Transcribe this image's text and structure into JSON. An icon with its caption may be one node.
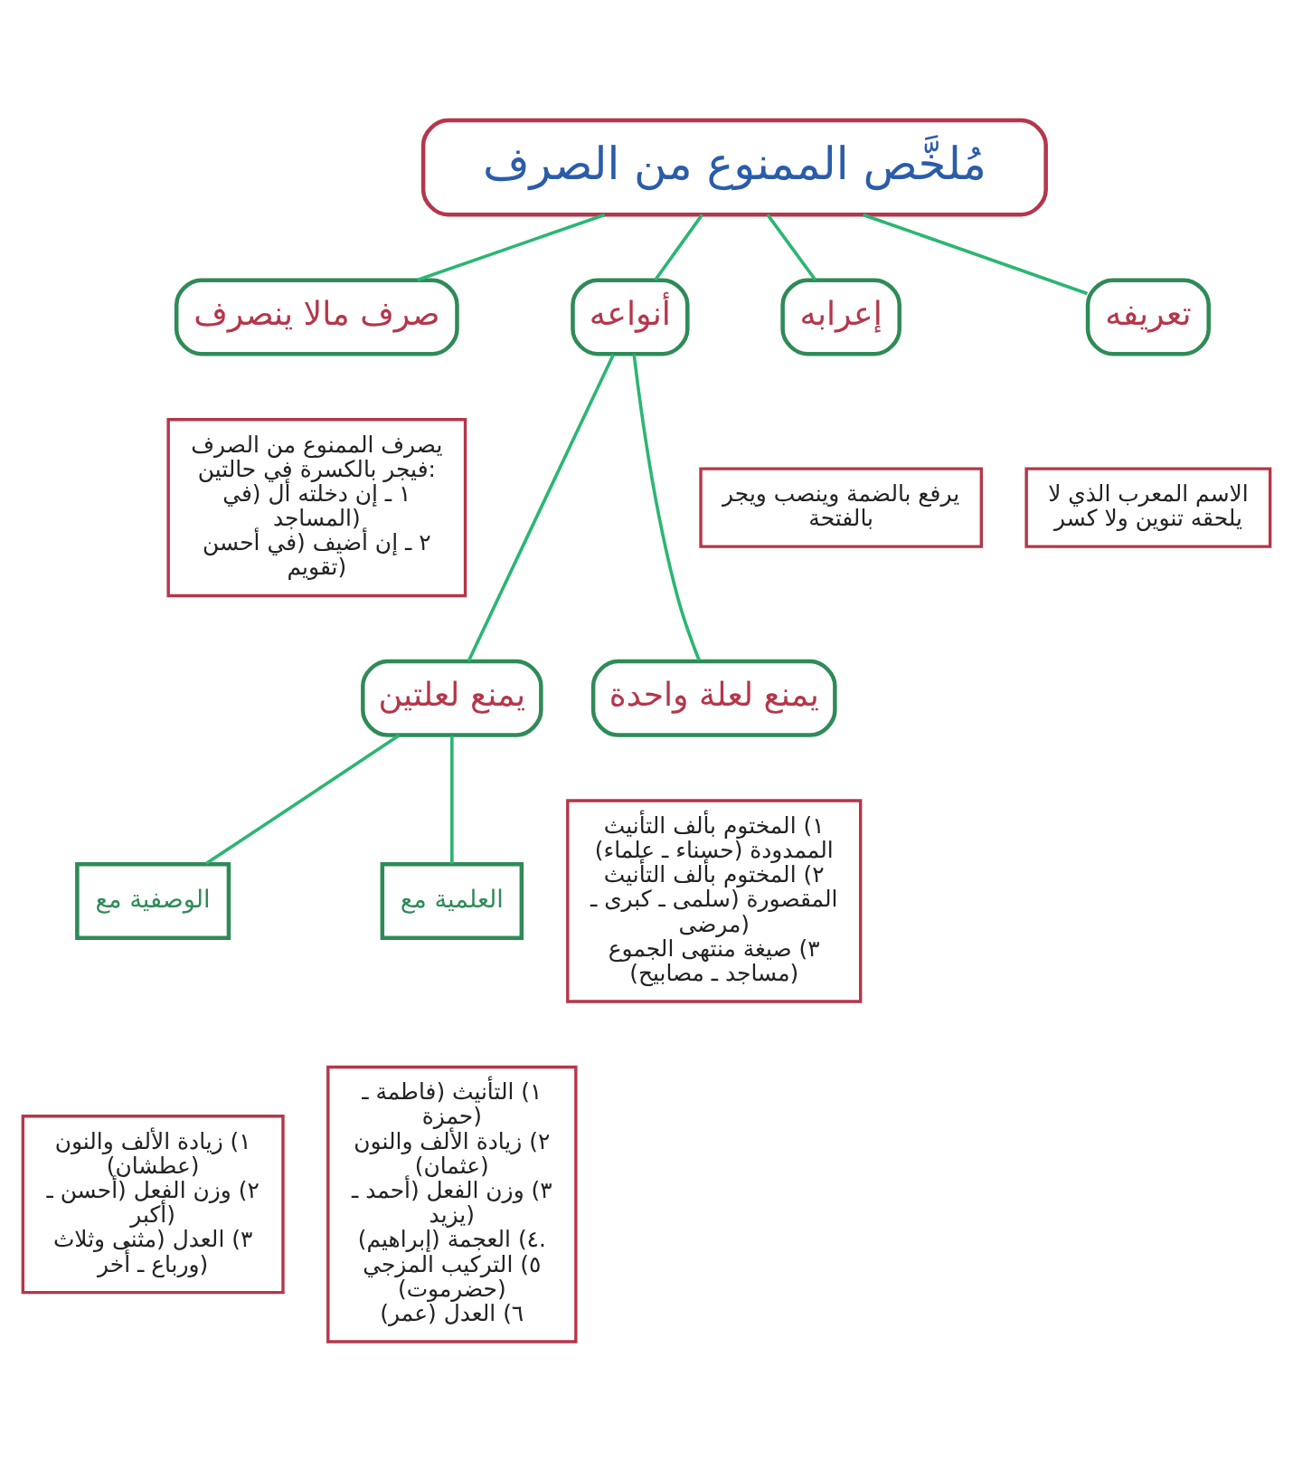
{
  "diagram": {
    "nodes": [
      {
        "text": [
          "مُلخَّص الممنوع من الصرف"
        ]
      },
      {
        "text": [
          "تعريفه"
        ]
      },
      {
        "text": [
          "الاسم المعرب الذي لا يلحقه تنوين ولا كسر"
        ]
      },
      {
        "text": [
          "إعرابه"
        ]
      },
      {
        "text": [
          "يرفع بالضمة وينصب ويجر بالفتحة"
        ]
      },
      {
        "text": [
          "أنواعه"
        ]
      },
      {
        "text": [
          "صرف مالا ينصرف"
        ]
      },
      {
        "text": [
          "يصرف الممنوع من الصرف فيجر بالكسرة في حالتين:",
          "١ ـ إن دخلته أل (في المساجد)",
          "٢ ـ إن أضيف (في أحسن تقويم)"
        ]
      },
      {
        "text": [
          "يمنع لعلة واحدة"
        ]
      },
      {
        "text": [
          "١) المختوم بألف التأنيث الممدودة (حسناء ـ علماء)",
          "٢) المختوم بألف التأنيث المقصورة (سلمى ـ كبرى ـ مرضى)",
          "٣) صيغة منتهى الجموع (مساجد ـ مصابيح)"
        ]
      },
      {
        "text": [
          "يمنع لعلتين"
        ]
      },
      {
        "text": [
          "العلمية مع"
        ]
      },
      {
        "text": [
          "١) التأنيث (فاطمة ـ حمزة)",
          "٢) زيادة الألف والنون (عثمان)",
          "٣) وزن الفعل (أحمد ـ يزيد)",
          "٤) العجمة (إبراهيم).",
          "٥) التركيب المزجي (حضرموت)",
          "٦) العدل (عمر)"
        ]
      },
      {
        "text": [
          "الوصفية مع"
        ]
      },
      {
        "text": [
          "١) زيادة الألف والنون (عطشان)",
          "٢) وزن الفعل (أحسن ـ أكبر)",
          "٣) العدل (مثنى وثلاث ورباع ـ أُخر)"
        ]
      }
    ],
    "edges": [
      {
        "from": 0,
        "to": 1,
        "arrow": "none"
      },
      {
        "from": 0,
        "to": 3,
        "arrow": "none"
      },
      {
        "from": 0,
        "to": 5,
        "arrow": "none"
      },
      {
        "from": 0,
        "to": 6,
        "arrow": "none"
      },
      {
        "from": 5,
        "to": 8,
        "arrow": "none"
      },
      {
        "from": 5,
        "to": 10,
        "arrow": "none"
      },
      {
        "from": 10,
        "to": 11,
        "arrow": "none"
      },
      {
        "from": 10,
        "to": 13,
        "arrow": "none"
      }
    ]
  }
}
